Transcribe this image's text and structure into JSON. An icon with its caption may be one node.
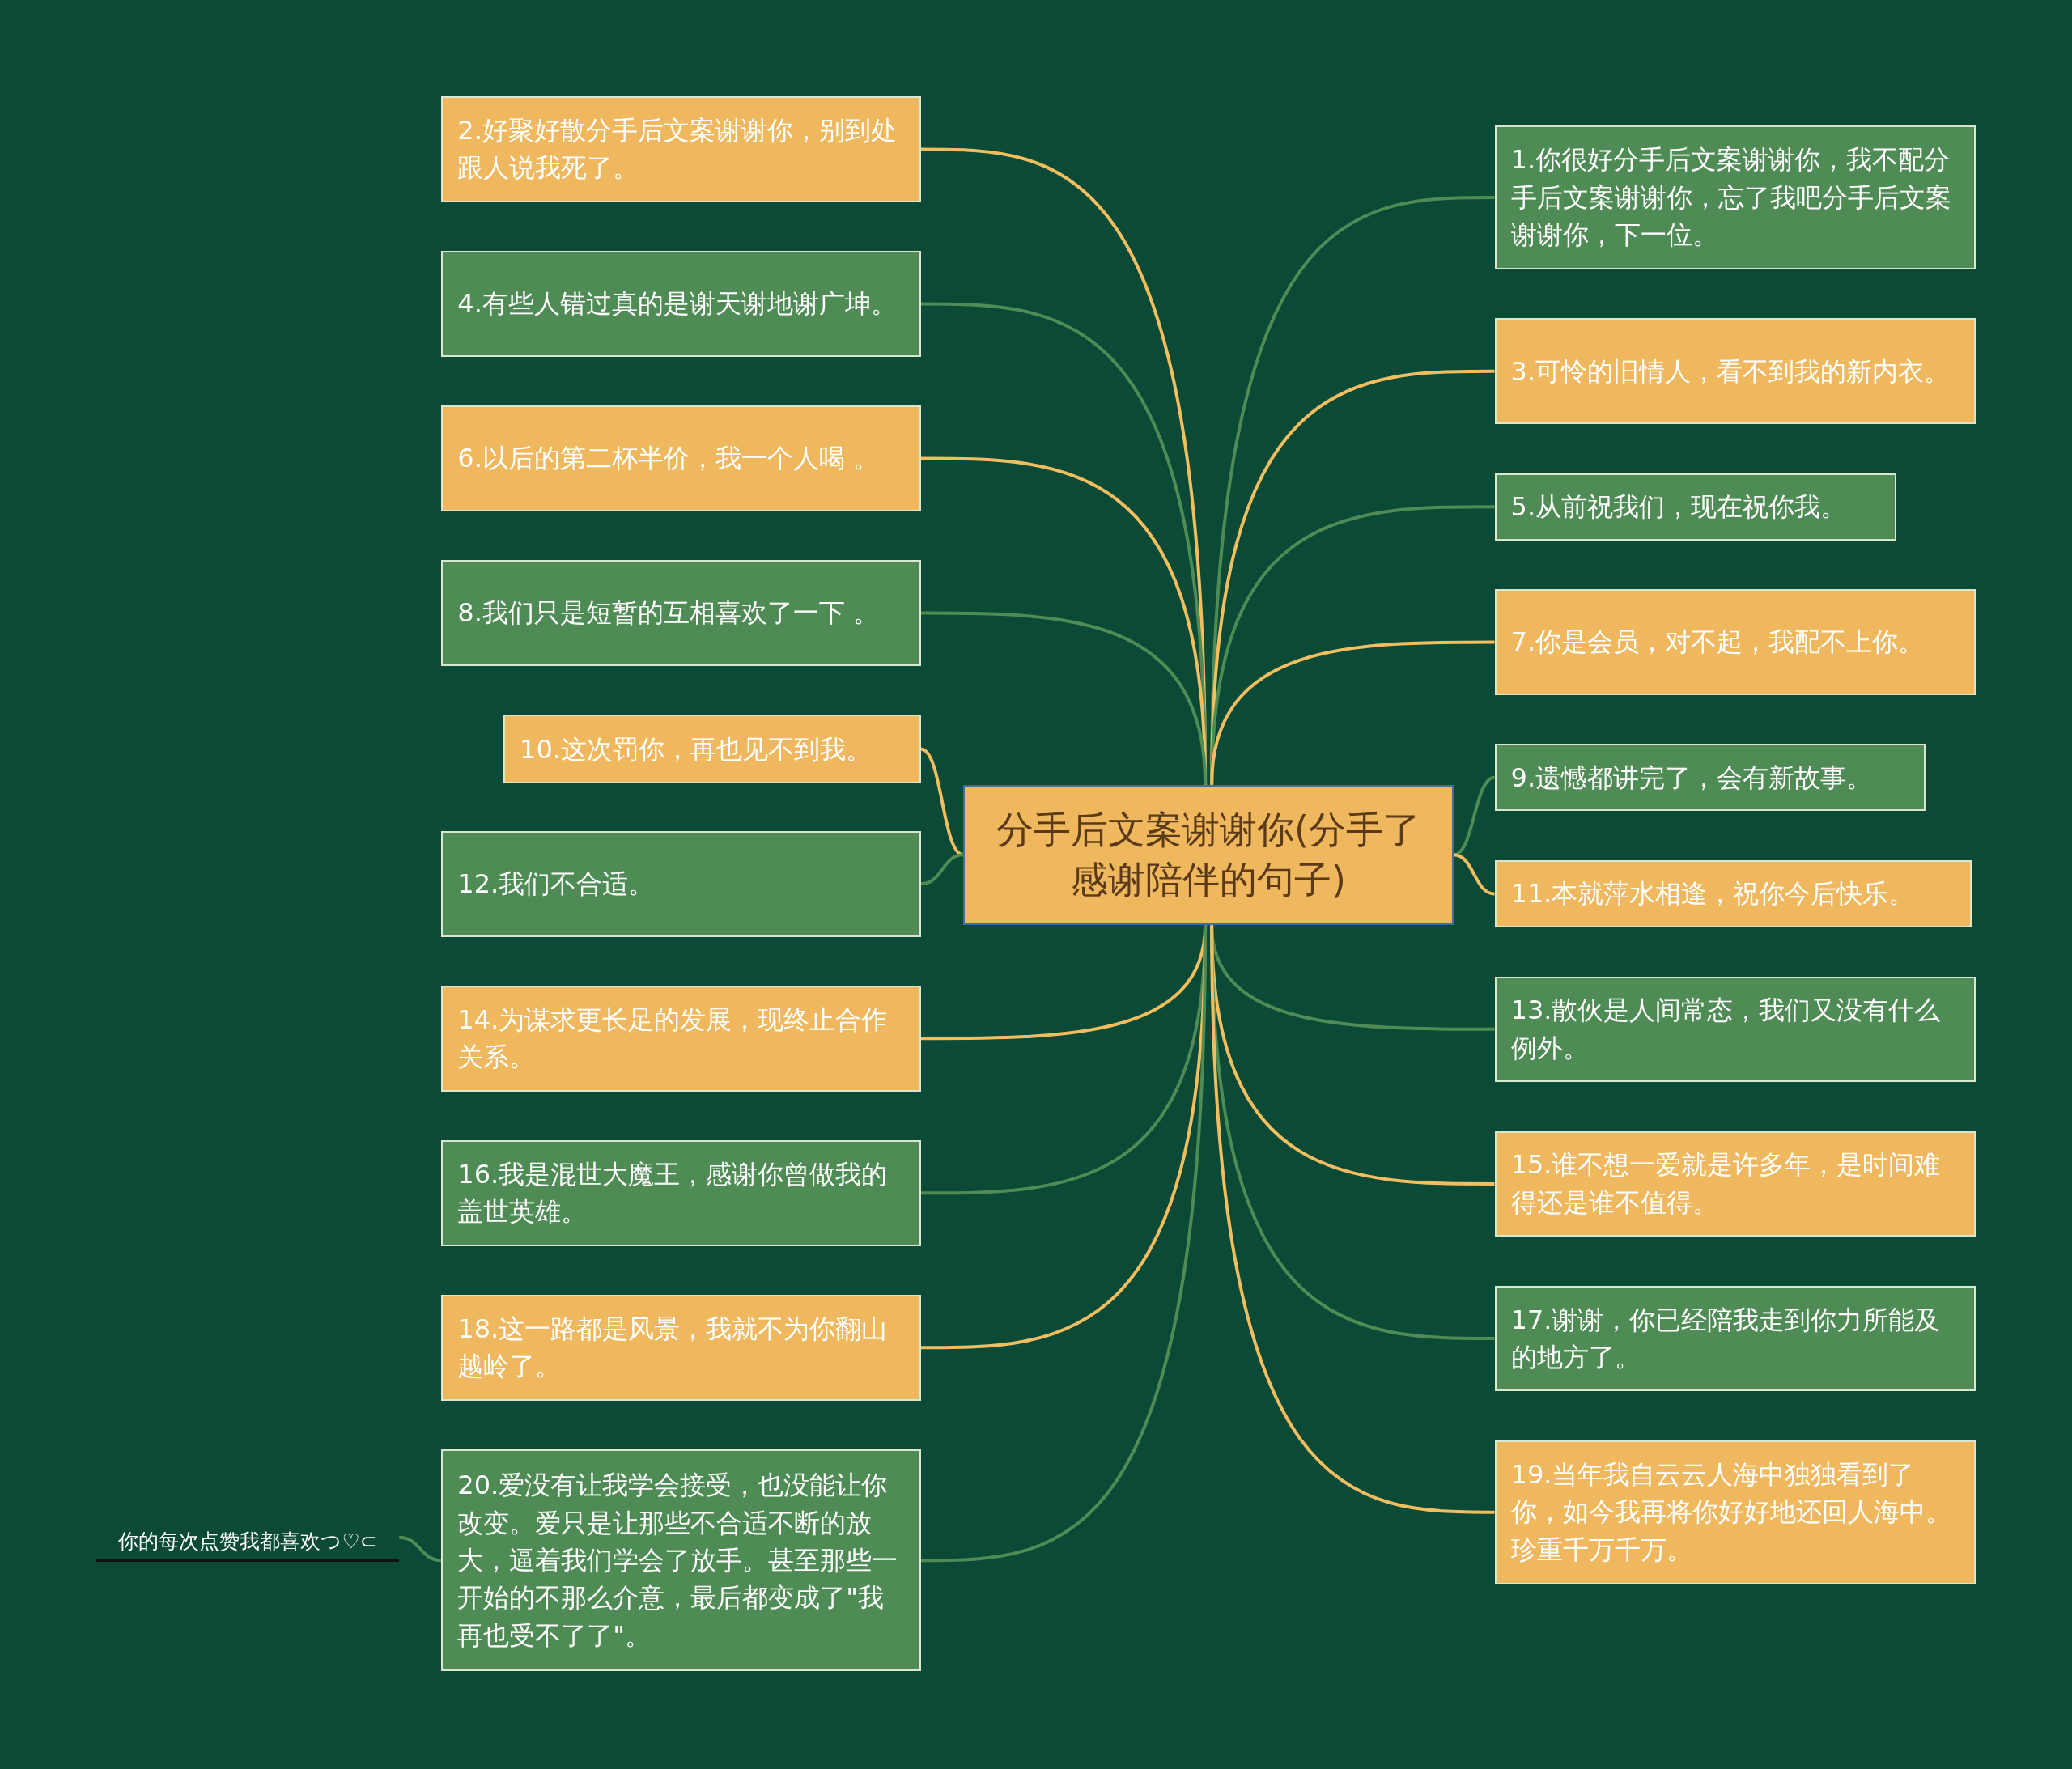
{
  "diagram": {
    "nodes": [
      {
        "text": [
          "分手后文案谢谢你(分手了感谢陪伴的句子)"
        ]
      },
      {
        "text": [
          "1.你很好分手后文案谢谢你，我不配分手后文案谢谢你，忘了我吧分手后文案谢谢你，下一位。"
        ]
      },
      {
        "text": [
          "2.好聚好散分手后文案谢谢你，别到处跟人说我死了。"
        ]
      },
      {
        "text": [
          "3.可怜的旧情人，看不到我的新内衣。"
        ]
      },
      {
        "text": [
          "4.有些人错过真的是谢天谢地谢广坤。"
        ]
      },
      {
        "text": [
          "5.从前祝我们，现在祝你我。"
        ]
      },
      {
        "text": [
          "6.以后的第二杯半价，我一个人喝 。"
        ]
      },
      {
        "text": [
          "7.你是会员，对不起，我配不上你。"
        ]
      },
      {
        "text": [
          "8.我们只是短暂的互相喜欢了一下 。"
        ]
      },
      {
        "text": [
          "9.遗憾都讲完了，会有新故事。"
        ]
      },
      {
        "text": [
          "10.这次罚你，再也见不到我。"
        ]
      },
      {
        "text": [
          "11.本就萍水相逢，祝你今后快乐。"
        ]
      },
      {
        "text": [
          "12.我们不合适。"
        ]
      },
      {
        "text": [
          "13.散伙是人间常态，我们又没有什么例外。"
        ]
      },
      {
        "text": [
          "14.为谋求更长足的发展，现终止合作关系。"
        ]
      },
      {
        "text": [
          "15.谁不想一爱就是许多年，是时间难得还是谁不值得。"
        ]
      },
      {
        "text": [
          "16.我是混世大魔王，感谢你曾做我的盖世英雄。"
        ]
      },
      {
        "text": [
          "17.谢谢，你已经陪我走到你力所能及的地方了。"
        ]
      },
      {
        "text": [
          "18.这一路都是风景，我就不为你翻山越岭了。"
        ]
      },
      {
        "text": [
          "19.当年我自云云人海中独独看到了你，如今我再将你好好地还回人海中。珍重千万千万。"
        ]
      },
      {
        "text": [
          "20.爱没有让我学会接受，也没能让你改变。爱只是让那些不合适不断的放大，逼着我们学会了放手。甚至那些一开始的不那么介意，最后都变成了\"我再也受不了了\"。"
        ]
      },
      {
        "text": [
          "你的每次点赞我都喜欢つ♡⊂"
        ]
      }
    ],
    "edges": [
      {
        "from": 0,
        "to": 1,
        "arrow": "none",
        "color": "#4f8c55"
      },
      {
        "from": 0,
        "to": 2,
        "arrow": "none",
        "color": "#f2be5f"
      },
      {
        "from": 0,
        "to": 3,
        "arrow": "none",
        "color": "#f2be5f"
      },
      {
        "from": 0,
        "to": 4,
        "arrow": "none",
        "color": "#4f8c55"
      },
      {
        "from": 0,
        "to": 5,
        "arrow": "none",
        "color": "#4f8c55"
      },
      {
        "from": 0,
        "to": 6,
        "arrow": "none",
        "color": "#f2be5f"
      },
      {
        "from": 0,
        "to": 7,
        "arrow": "none",
        "color": "#f2be5f"
      },
      {
        "from": 0,
        "to": 8,
        "arrow": "none",
        "color": "#4f8c55"
      },
      {
        "from": 0,
        "to": 9,
        "arrow": "none",
        "color": "#4f8c55"
      },
      {
        "from": 0,
        "to": 10,
        "arrow": "none",
        "color": "#f2be5f"
      },
      {
        "from": 0,
        "to": 11,
        "arrow": "none",
        "color": "#f2be5f"
      },
      {
        "from": 0,
        "to": 12,
        "arrow": "none",
        "color": "#4f8c55"
      },
      {
        "from": 0,
        "to": 13,
        "arrow": "none",
        "color": "#4f8c55"
      },
      {
        "from": 0,
        "to": 14,
        "arrow": "none",
        "color": "#f2be5f"
      },
      {
        "from": 0,
        "to": 15,
        "arrow": "none",
        "color": "#f2be5f"
      },
      {
        "from": 0,
        "to": 16,
        "arrow": "none",
        "color": "#4f8c55"
      },
      {
        "from": 0,
        "to": 17,
        "arrow": "none",
        "color": "#4f8c55"
      },
      {
        "from": 0,
        "to": 18,
        "arrow": "none",
        "color": "#f2be5f"
      },
      {
        "from": 0,
        "to": 19,
        "arrow": "none",
        "color": "#f2be5f"
      },
      {
        "from": 0,
        "to": 20,
        "arrow": "none",
        "color": "#4f8c55"
      },
      {
        "from": 20,
        "to": 21,
        "arrow": "none",
        "color": "#4f8c55"
      }
    ]
  }
}
